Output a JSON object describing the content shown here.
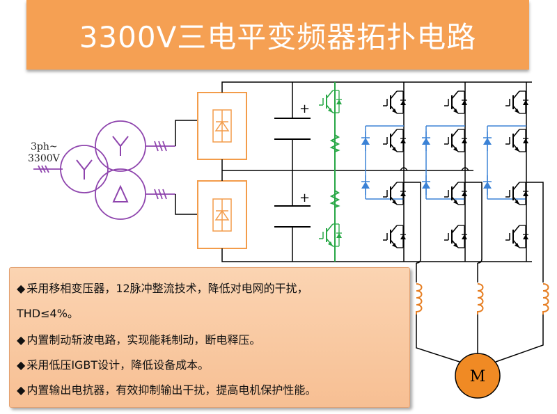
{
  "title": "3300V三电平变频器拓扑电路",
  "source_label_line1": "3ph~",
  "source_label_line2": "3300V",
  "motor_label": "M",
  "dc_plus_top": "+",
  "dc_plus_bottom": "+",
  "notes": [
    "采用移相变压器，12脉冲整流技术，降低对电网的干扰，",
    "THD≤4%。",
    "内置制动斩波电路，实现能耗制动，断电释压。",
    "采用低压IGBT设计，降低设备成本。",
    "内置输出电抗器，有效抑制输出干扰，提高电机保护性能。"
  ],
  "bullet_glyph": "◆",
  "colors": {
    "title_bg": "#f5a053",
    "title_text": "#ffffff",
    "transformer": "#8e44ad",
    "rectifier": "#f39c4a",
    "brake": "#27a745",
    "clamp_diode": "#3b82d6",
    "reactor": "#e67e22",
    "motor_fill": "#f08a24",
    "notes_bg": "#f8c9a0"
  }
}
